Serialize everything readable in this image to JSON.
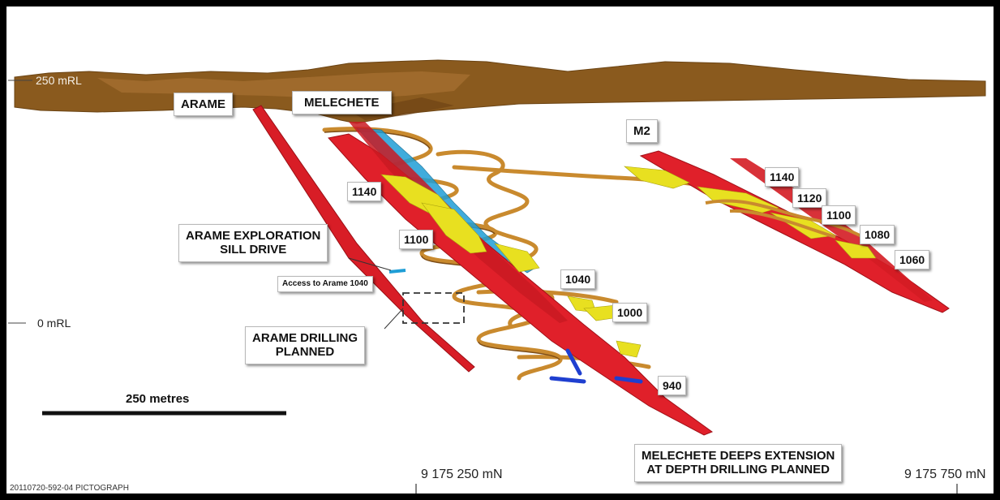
{
  "elevations": {
    "top": "250 mRL",
    "zero": "0 mRL"
  },
  "deposits": {
    "arame": "ARAME",
    "melechete": "MELECHETE",
    "m2": "M2"
  },
  "levels_main": [
    "1140",
    "1100",
    "1040",
    "1000",
    "940"
  ],
  "levels_m2": [
    "1140",
    "1120",
    "1100",
    "1080",
    "1060"
  ],
  "callouts": {
    "exploration_line1": "ARAME EXPLORATION",
    "exploration_line2": "SILL DRIVE",
    "access": "Access to Arame 1040",
    "drilling_line1": "ARAME DRILLING",
    "drilling_line2": "PLANNED",
    "deeps_line1": "MELECHETE DEEPS EXTENSION",
    "deeps_line2": "AT DEPTH DRILLING PLANNED"
  },
  "scale_bar": "250 metres",
  "northings": [
    "9 175 250 mN",
    "9 175 750 mN"
  ],
  "credit": "20110720-592-04 PICTOGRAPH",
  "colors": {
    "surface": "#8a5a1e",
    "ramp": "#c9882f",
    "orebody": "#e0202a",
    "mineralisation": "#e8e020",
    "blue": "#1a9ad0"
  }
}
